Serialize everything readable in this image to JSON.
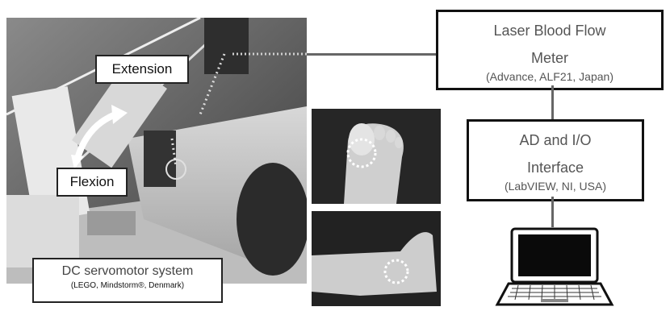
{
  "photo_labels": {
    "extension": "Extension",
    "flexion": "Flexion"
  },
  "servo_system": {
    "title": "DC servomotor system",
    "subtitle": "(LEGO, Mindstorm®, Denmark)"
  },
  "laser_meter": {
    "title_line1": "Laser Blood Flow",
    "title_line2": "Meter",
    "subtitle": "(Advance, ALF21, Japan)"
  },
  "ad_interface": {
    "title_line1": "AD and I/O",
    "title_line2": "Interface",
    "subtitle": "(LabVIEW, NI, USA)"
  },
  "colors": {
    "box_border": "#111111",
    "connector": "#666666",
    "probe_dots": "#dddddd"
  },
  "icons": [
    "laptop-icon",
    "curved-arrow-icon"
  ]
}
